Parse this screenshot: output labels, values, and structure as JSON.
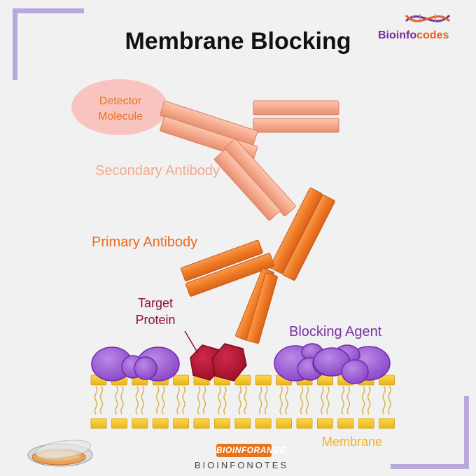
{
  "title": "Membrane Blocking",
  "logo": {
    "prefix": "Bioinfo",
    "suffix": "codes"
  },
  "labels": {
    "detector_line1": "Detector",
    "detector_line2": "Molecule",
    "secondary_antibody": "Secondary  Antibody",
    "primary_antibody": "Primary  Antibody",
    "target_line1": "Target",
    "target_line2": "Protein",
    "blocking_agent": "Blocking Agent",
    "membrane": "Membrane"
  },
  "footer": {
    "badge": "BIOINFORANGE",
    "text": "BIOINFONOTES"
  },
  "colors": {
    "background": "#f1f1f1",
    "frame_accent": "#b9a8dc",
    "detector": "#f9c4c0",
    "secondary_antibody": "#f6a98d",
    "primary_antibody": "#ef7a24",
    "target_protein": "#b3122e",
    "blocking_agent": "#9a5ad2",
    "membrane_head": "#f5c321",
    "membrane_tail": "#d8b24a"
  }
}
